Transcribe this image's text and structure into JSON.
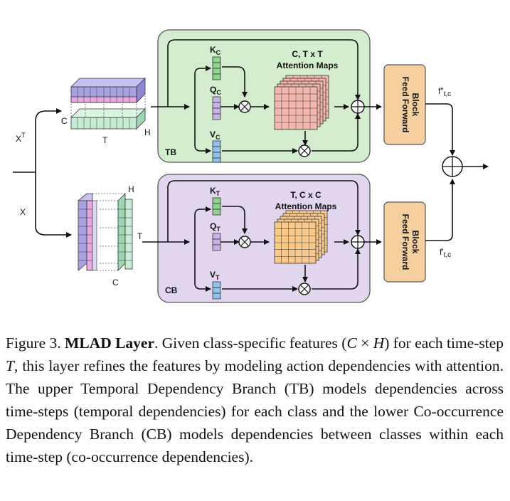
{
  "diagram": {
    "input_top_label": "X",
    "input_top_sup": "T",
    "input_bottom_label": "X",
    "tensor_top": {
      "c": "C",
      "t": "T",
      "h": "H"
    },
    "tensor_bottom": {
      "h": "H",
      "t": "T",
      "c": "C"
    },
    "tb": {
      "name": "TB",
      "k_main": "K",
      "k_sub": "C",
      "q_main": "Q",
      "q_sub": "C",
      "v_main": "V",
      "v_sub": "C",
      "title1": "C, T x T",
      "title2": "Attention Maps"
    },
    "cb": {
      "name": "CB",
      "k_main": "K",
      "k_sub": "T",
      "q_main": "Q",
      "q_sub": "T",
      "v_main": "V",
      "v_sub": "T",
      "title1": "T, C x C",
      "title2": "Attention Maps"
    },
    "ff_top_line1": "Feed Forward",
    "ff_top_line2": "Block",
    "ff_bottom_line1": "Feed Forward",
    "ff_bottom_line2": "Block",
    "out_top_main": "f\"",
    "out_top_sub": "t,c",
    "out_bottom_main": "f'",
    "out_bottom_sub": "t,c",
    "colors": {
      "tb_fill": "#d4edce",
      "cb_fill": "#e2d6ee",
      "ff_fill": "#f6cfa0",
      "attn_fill": "#f3b7ae",
      "attn_cb_fill": "#f8c98a",
      "k_fill": "#8ed38e",
      "q_fill": "#c7b3e6",
      "v_fill": "#8fc3ec"
    }
  },
  "caption": {
    "figure": "Figure 3.",
    "title": "MLAD Layer",
    "s1": ". Given class-specific features (",
    "m1": "C",
    "x1": " × ",
    "m2": "H",
    "s2": ") for each time-step ",
    "m3": "T",
    "s3": ", this layer refines the features by modeling action dependencies with attention. The upper Temporal Dependency Branch (TB) models dependencies across time-steps (temporal dependencies) for each class and the lower Co-occurrence Dependency Branch (CB) models dependencies between classes within each time-step (co-occurrence dependencies)."
  }
}
